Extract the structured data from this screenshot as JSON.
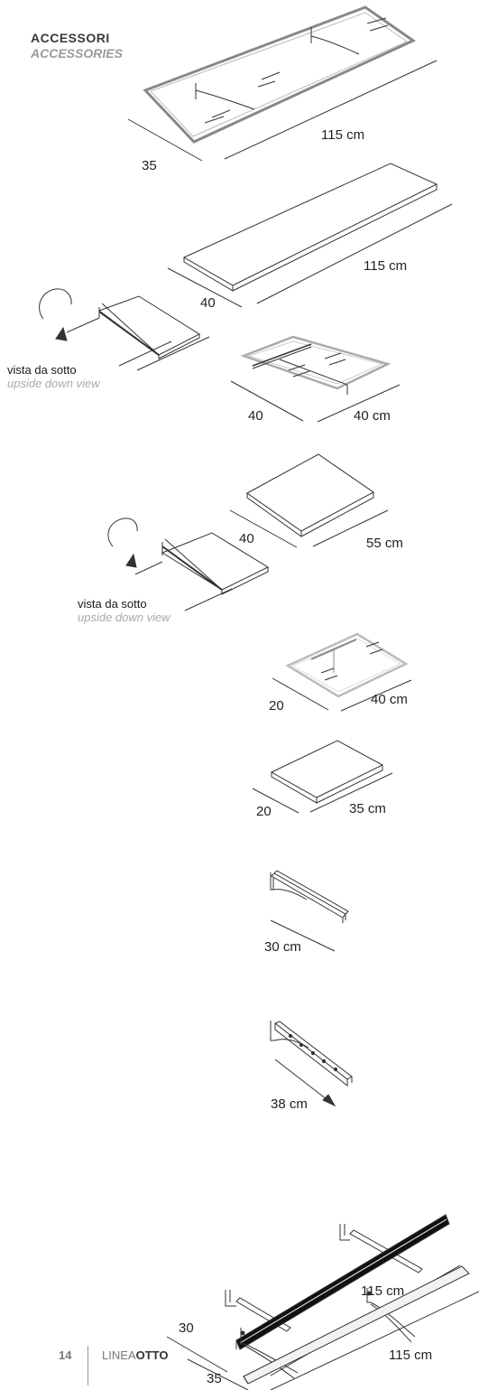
{
  "header": {
    "title_it": "ACCESSORI",
    "title_en": "ACCESSORIES"
  },
  "dimensions": {
    "d1_width": "115 cm",
    "d1_depth": "35",
    "d2_width": "115 cm",
    "d2_depth": "40",
    "d3_width": "40 cm",
    "d3_depth": "40",
    "d4_width": "55 cm",
    "d4_depth": "40",
    "d5_width": "40 cm",
    "d5_depth": "20",
    "d6_width": "35 cm",
    "d6_depth": "20",
    "d7_length": "30 cm",
    "d8_length": "38 cm",
    "d9_width": "115 cm",
    "d9_depth": "30",
    "d10_width": "115 cm",
    "d10_depth": "35"
  },
  "views": {
    "v1_it": "vista da sotto",
    "v1_en": "upside down view",
    "v2_it": "vista da sotto",
    "v2_en": "upside down view"
  },
  "footer": {
    "page": "14",
    "brand_light": "LINEA",
    "brand_bold": "OTTO"
  }
}
